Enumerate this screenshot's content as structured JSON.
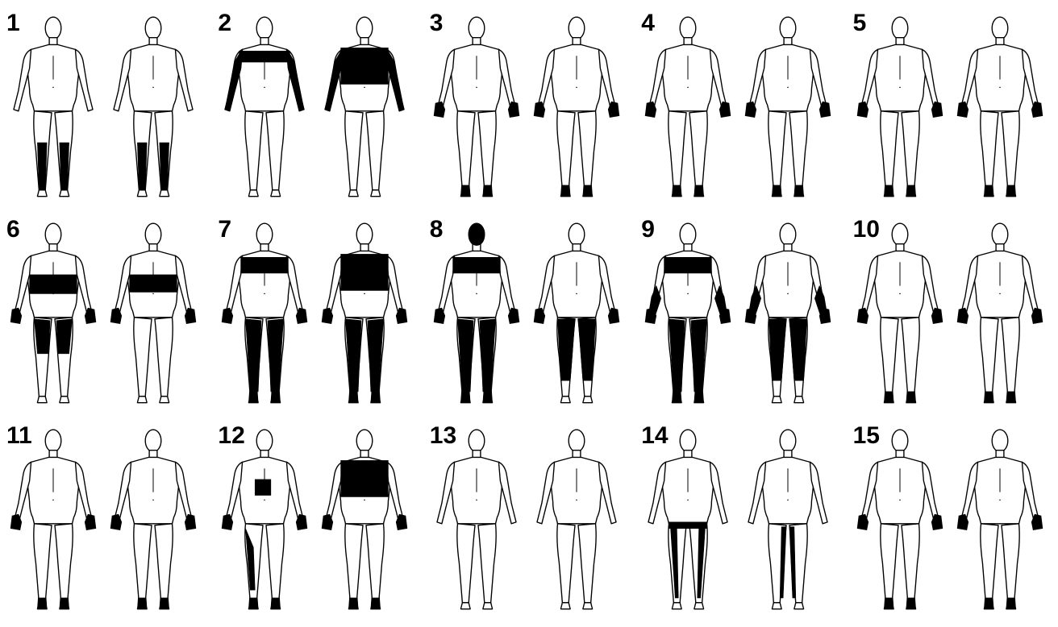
{
  "panels": [
    {
      "number": "1",
      "front": [
        "shins"
      ],
      "back": [
        "shins"
      ]
    },
    {
      "number": "2",
      "front": [
        "upper-chest-band",
        "arms"
      ],
      "back": [
        "upper-back",
        "arms"
      ]
    },
    {
      "number": "3",
      "front": [
        "hands",
        "feet"
      ],
      "back": [
        "hands",
        "feet"
      ]
    },
    {
      "number": "4",
      "front": [
        "hands",
        "feet"
      ],
      "back": [
        "hands",
        "feet"
      ]
    },
    {
      "number": "5",
      "front": [
        "hands",
        "feet"
      ],
      "back": [
        "hands",
        "feet"
      ]
    },
    {
      "number": "6",
      "front": [
        "abdomen",
        "hands",
        "thighs"
      ],
      "back": [
        "lower-back",
        "hands"
      ]
    },
    {
      "number": "7",
      "front": [
        "chest",
        "hands",
        "legs",
        "feet"
      ],
      "back": [
        "upper-back",
        "hands",
        "legs",
        "feet"
      ]
    },
    {
      "number": "8",
      "front": [
        "head",
        "chest",
        "hands",
        "legs",
        "feet"
      ],
      "back": [
        "hands",
        "upper-legs"
      ]
    },
    {
      "number": "9",
      "front": [
        "chest",
        "forearms",
        "hands",
        "legs",
        "feet"
      ],
      "back": [
        "forearms",
        "hands",
        "upper-legs"
      ]
    },
    {
      "number": "10",
      "front": [
        "hands",
        "feet"
      ],
      "back": [
        "hands",
        "feet"
      ]
    },
    {
      "number": "11",
      "front": [
        "hands",
        "feet"
      ],
      "back": [
        "hands",
        "feet"
      ]
    },
    {
      "number": "12",
      "front": [
        "right-flank",
        "right-thigh-strip",
        "hands",
        "feet"
      ],
      "back": [
        "upper-back",
        "hands",
        "feet"
      ]
    },
    {
      "number": "13",
      "front": [],
      "back": []
    },
    {
      "number": "14",
      "front": [
        "pelvis-band",
        "leg-strips"
      ],
      "back": [
        "inner-leg-strips"
      ]
    },
    {
      "number": "15",
      "front": [
        "hands",
        "feet"
      ],
      "back": [
        "hands",
        "feet"
      ]
    }
  ]
}
